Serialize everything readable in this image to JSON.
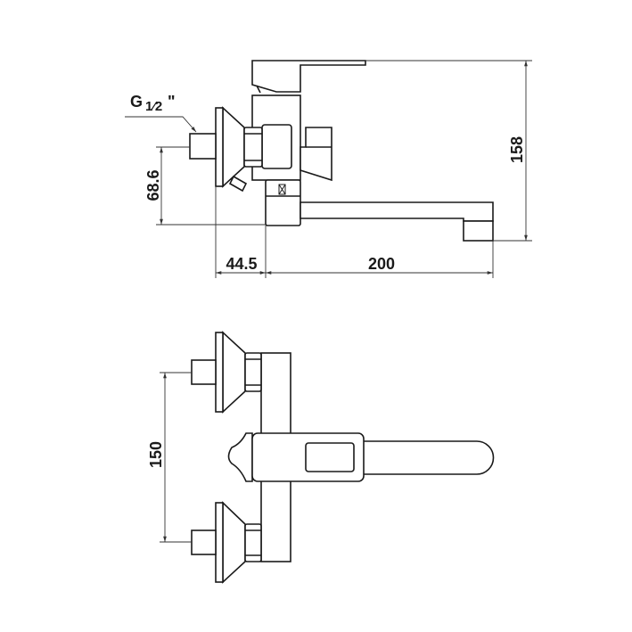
{
  "side_view": {
    "thread_label": {
      "main": "G",
      "fraction": "1⁄2",
      "suffix": "\""
    },
    "dims": {
      "inlet_height": "68.6",
      "wall_to_body": "44.5",
      "spout_reach": "200",
      "total_height": "158"
    }
  },
  "top_view": {
    "dims": {
      "inlet_spacing": "150"
    }
  }
}
